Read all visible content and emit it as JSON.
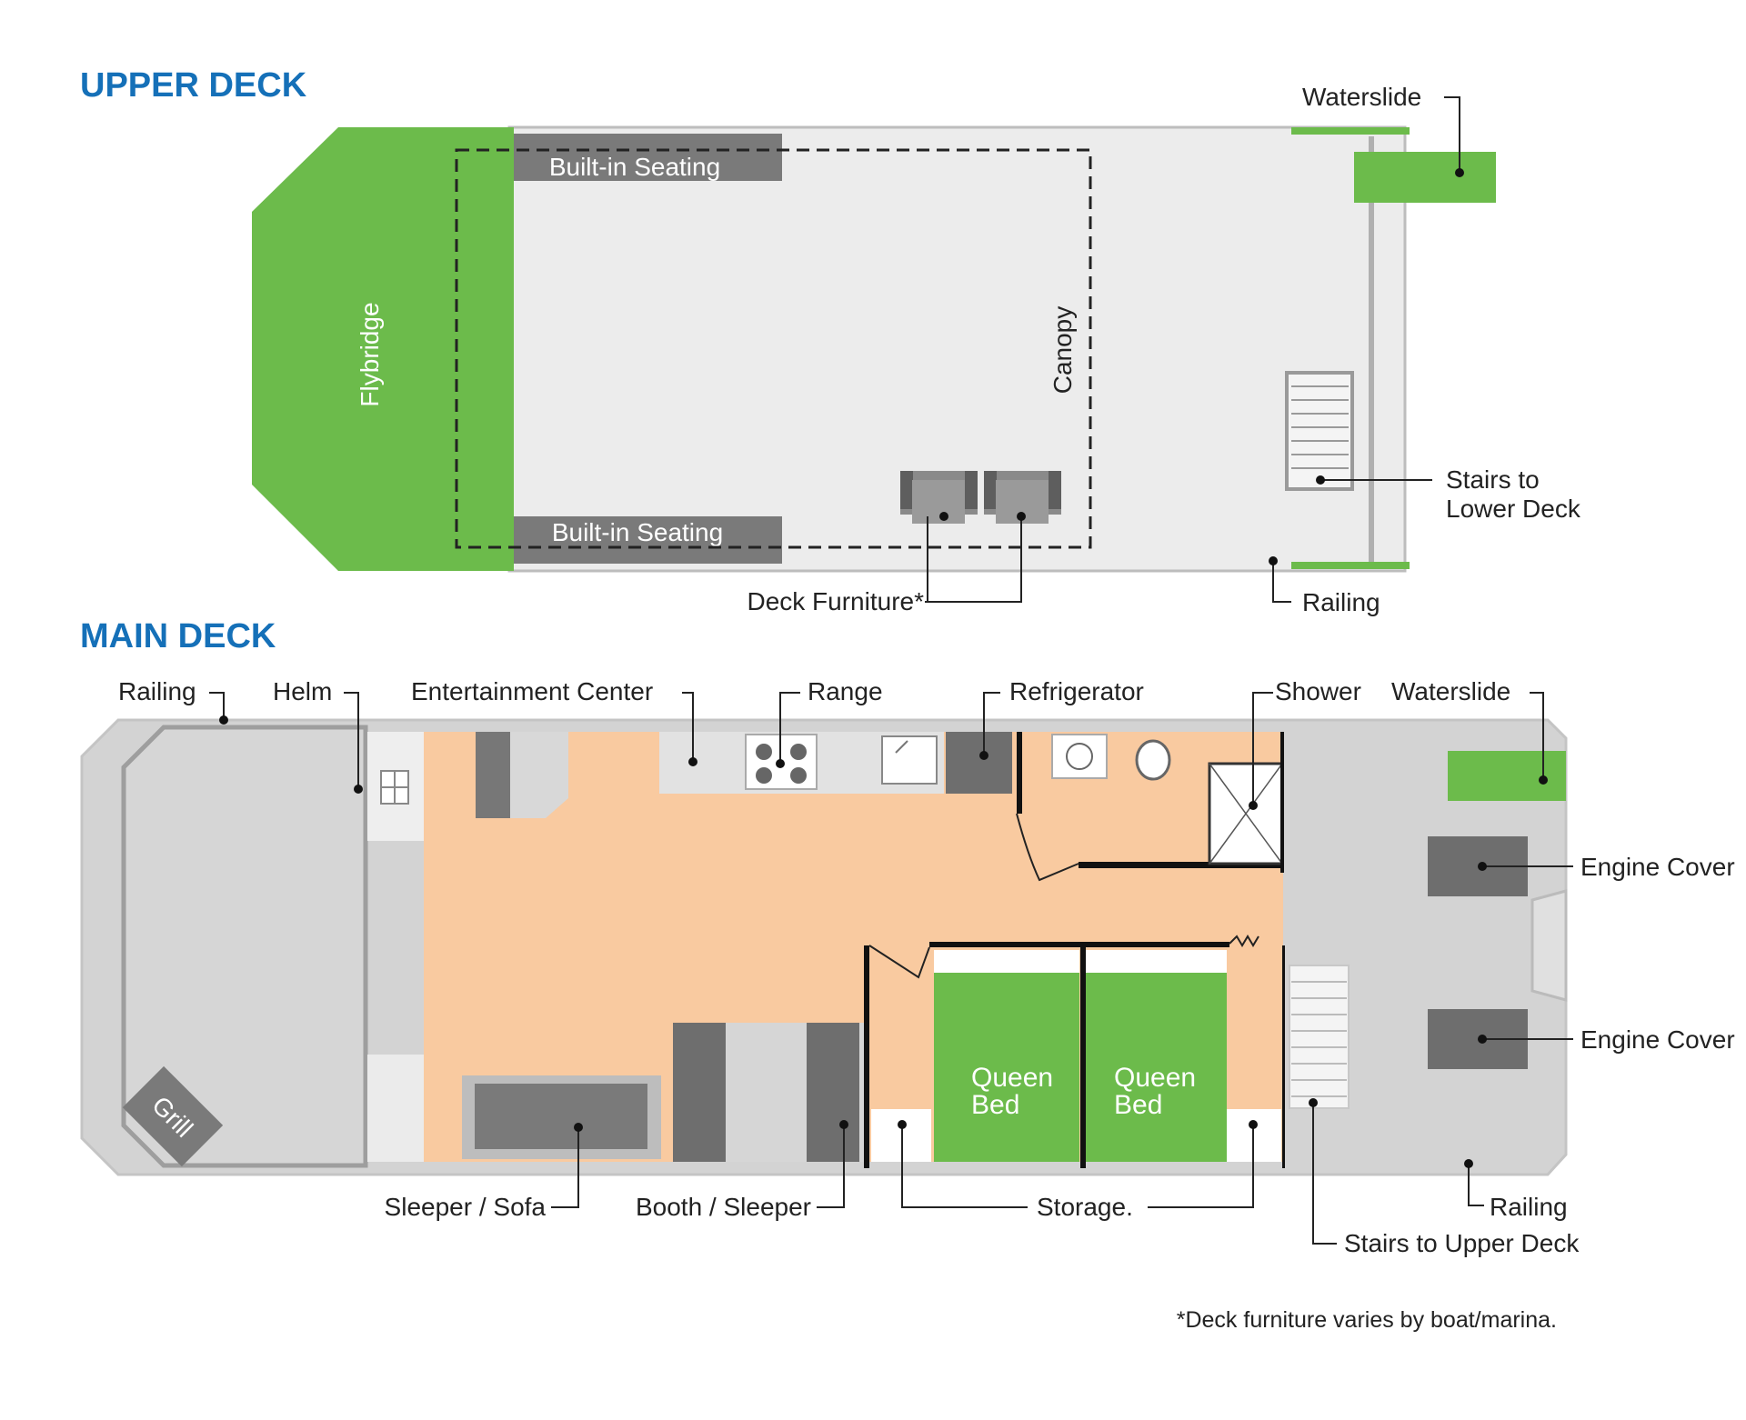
{
  "upper_deck": {
    "title": "UPPER DECK",
    "labels": {
      "waterslide": "Waterslide",
      "built_in_seating_top": "Built-in Seating",
      "built_in_seating_bottom": "Built-in Seating",
      "flybridge": "Flybridge",
      "canopy": "Canopy",
      "stairs_line1": "Stairs to",
      "stairs_line2": "Lower Deck",
      "deck_furniture": "Deck Furniture*",
      "railing": "Railing"
    }
  },
  "main_deck": {
    "title": "MAIN DECK",
    "labels": {
      "railing_left": "Railing",
      "helm": "Helm",
      "entertainment_center": "Entertainment Center",
      "range": "Range",
      "refrigerator": "Refrigerator",
      "shower": "Shower",
      "waterslide": "Waterslide",
      "engine_cover_top": "Engine Cover",
      "engine_cover_bottom": "Engine Cover",
      "queen_bed_1_line1": "Queen",
      "queen_bed_1_line2": "Bed",
      "queen_bed_2_line1": "Queen",
      "queen_bed_2_line2": "Bed",
      "grill": "Grill",
      "sleeper_sofa": "Sleeper / Sofa",
      "booth_sleeper": "Booth / Sleeper",
      "storage": "Storage.",
      "railing_right": "Railing",
      "stairs_upper": "Stairs to Upper Deck"
    }
  },
  "footnote": "*Deck furniture varies by boat/marina.",
  "colors": {
    "heading_blue": "#1570b8",
    "green": "#6cbb4b",
    "deck_grey": "#ebebeb",
    "main_grey": "#d2d2d2",
    "peach": "#f9caa0",
    "dark_grey": "#7a7a7a"
  }
}
